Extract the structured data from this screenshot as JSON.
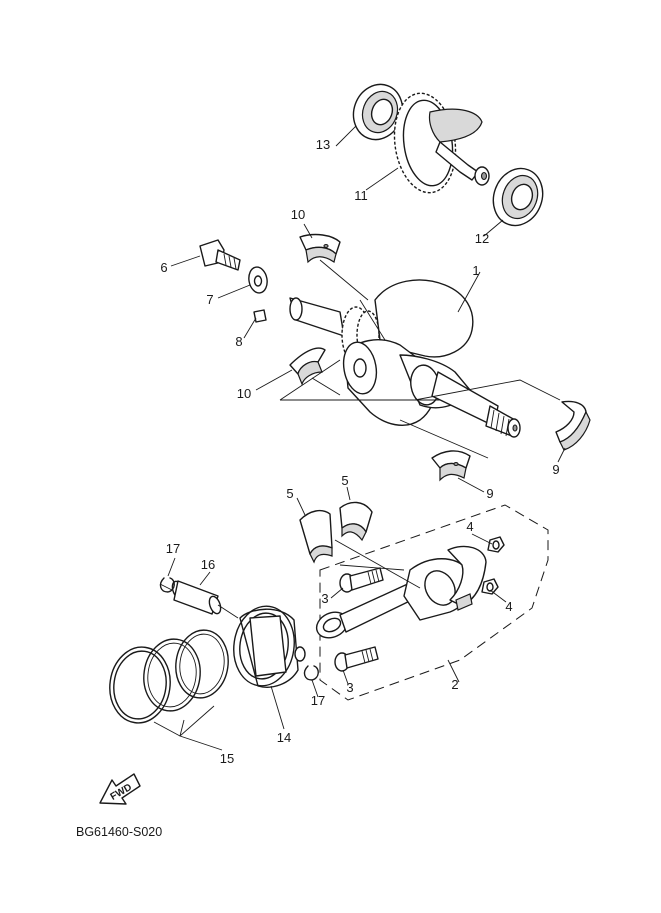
{
  "diagram": {
    "code": "BG61460-S020",
    "direction_label": "FWD",
    "callouts": {
      "c1": "1",
      "c2": "2",
      "c3a": "3",
      "c3b": "3",
      "c4a": "4",
      "c4b": "4",
      "c5a": "5",
      "c5b": "5",
      "c6": "6",
      "c7": "7",
      "c8": "8",
      "c9a": "9",
      "c9b": "9",
      "c10a": "10",
      "c10b": "10",
      "c11": "11",
      "c12": "12",
      "c13": "13",
      "c14": "14",
      "c15": "15",
      "c16": "16",
      "c17a": "17",
      "c17b": "17"
    }
  }
}
